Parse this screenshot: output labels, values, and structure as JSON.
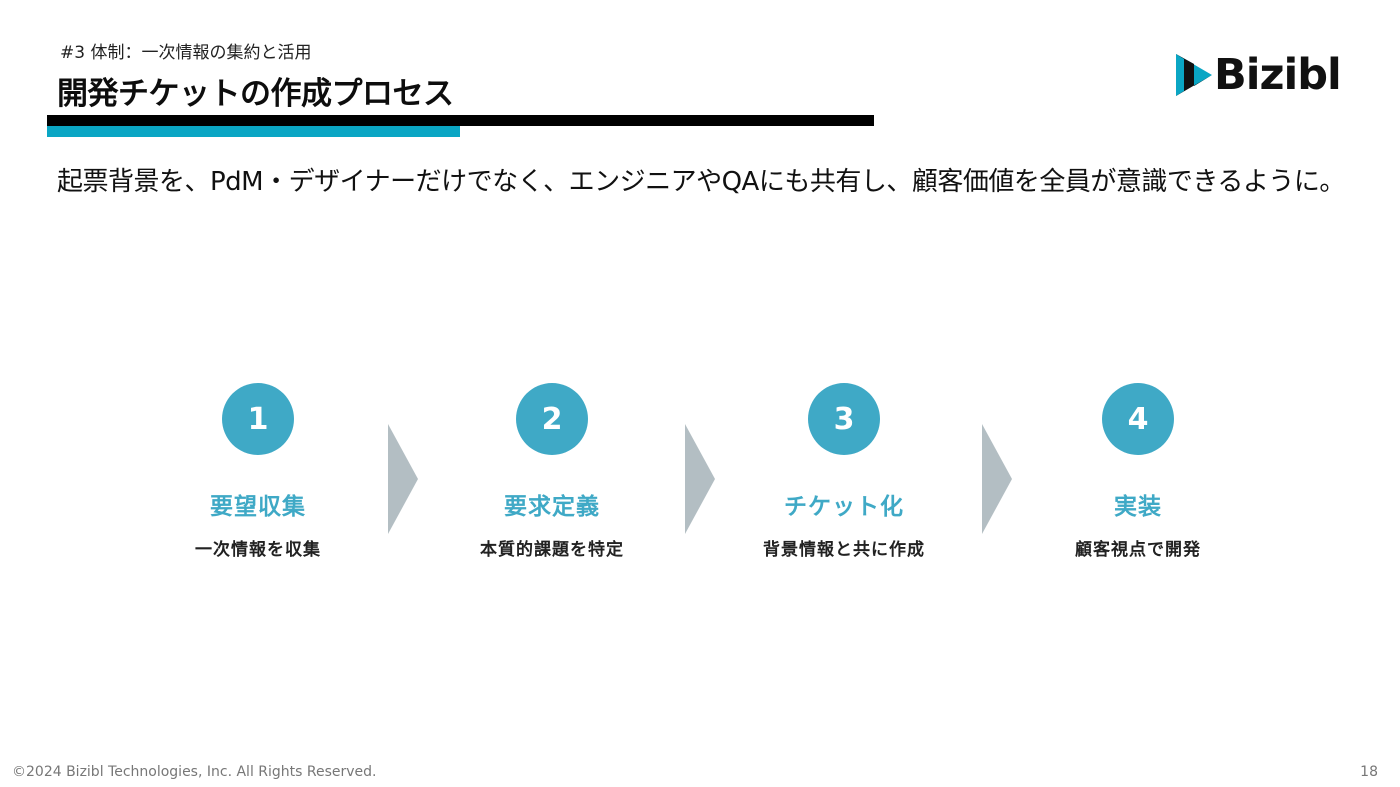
{
  "header": {
    "section_label": "#3  体制：一次情報の集約と活用",
    "title": "開発チケットの作成プロセス"
  },
  "logo": {
    "text": "Bizibl",
    "icon": "play-icon",
    "icon_colors": {
      "teal": "#0aa6c4",
      "dark": "#111111"
    }
  },
  "lead": "起票背景を、PdM・デザイナーだけでなく、エンジニアやQAにも共有し、顧客価値を全員が意識できるように。",
  "steps": [
    {
      "number": "1",
      "title": "要望収集",
      "desc": "一次情報を収集"
    },
    {
      "number": "2",
      "title": "要求定義",
      "desc": "本質的課題を特定"
    },
    {
      "number": "3",
      "title": "チケット化",
      "desc": "背景情報と共に作成"
    },
    {
      "number": "4",
      "title": "実装",
      "desc": "顧客視点で開発"
    }
  ],
  "colors": {
    "accent": "#3fa9c6",
    "rule_teal": "#0aa6c4",
    "arrow_gray": "#b3bec3"
  },
  "footer": {
    "copyright": "©2024 Bizibl Technologies, Inc. All Rights Reserved.",
    "page_number": "18"
  }
}
